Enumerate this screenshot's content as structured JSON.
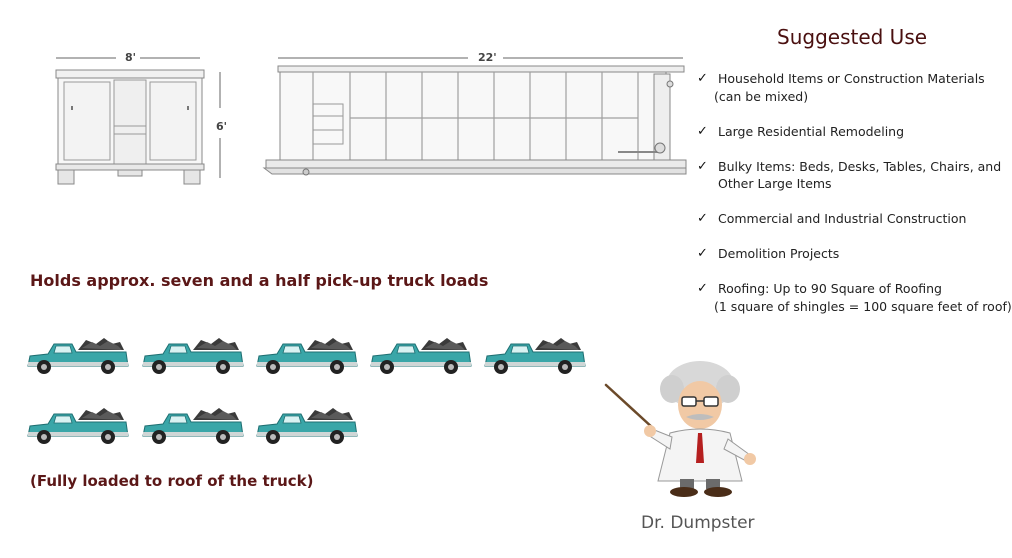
{
  "dimensions": {
    "width_label": "8'",
    "length_label": "22'",
    "height_label": "6'"
  },
  "capacity_heading": "Holds approx. seven and a half pick-up truck loads",
  "truck_note": "(Fully loaded to roof of the truck)",
  "truck_count": 7.5,
  "suggested_use": {
    "title": "Suggested Use",
    "items": [
      {
        "text": "Household Items or Construction Materials",
        "sub": "(can be mixed)"
      },
      {
        "text": "Large Residential Remodeling"
      },
      {
        "text": "Bulky Items: Beds, Desks, Tables, Chairs, and",
        "sub": "Other Large Items"
      },
      {
        "text": "Commercial and Industrial Construction"
      },
      {
        "text": "Demolition Projects"
      },
      {
        "text": "Roofing: Up to 90 Square of Roofing",
        "sub": "(1 square of shingles = 100 square feet of roof)"
      }
    ]
  },
  "mascot": {
    "label": "Dr. Dumpster"
  },
  "colors": {
    "heading": "#5b1717",
    "truck_body": "#3aa6a8",
    "dumpster_line": "#8a8a8a"
  }
}
